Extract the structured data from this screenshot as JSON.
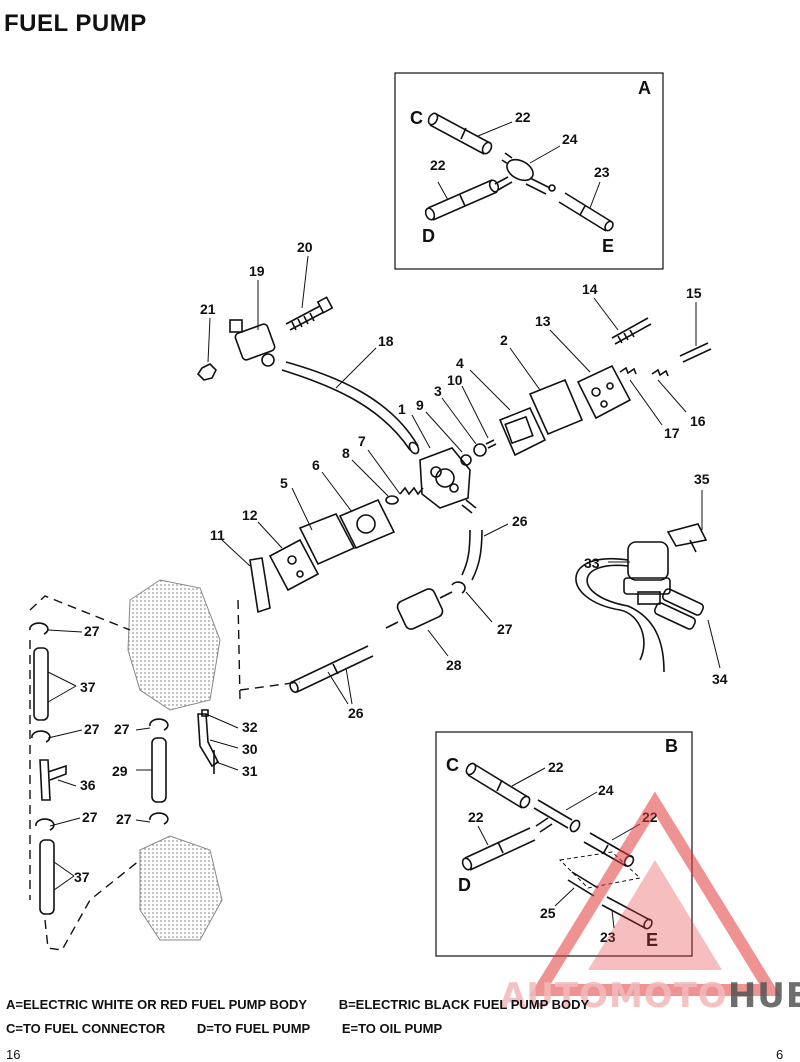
{
  "title": "FUEL PUMP",
  "insets": {
    "a": {
      "letter": "A",
      "labels": {
        "c": "C",
        "d": "D",
        "e": "E",
        "n22a": "22",
        "n22b": "22",
        "n24": "24",
        "n23": "23"
      }
    },
    "b": {
      "letter": "B",
      "labels": {
        "c": "C",
        "d": "D",
        "e": "E",
        "n22a": "22",
        "n22b": "22",
        "n22c": "22",
        "n24": "24",
        "n25": "25",
        "n23": "23"
      }
    }
  },
  "parts": {
    "p1": "1",
    "p2": "2",
    "p3": "3",
    "p4": "4",
    "p5": "5",
    "p6": "6",
    "p7": "7",
    "p8": "8",
    "p9": "9",
    "p10": "10",
    "p11": "11",
    "p12": "12",
    "p13": "13",
    "p14": "14",
    "p15": "15",
    "p16": "16",
    "p17": "17",
    "p18": "18",
    "p19": "19",
    "p20": "20",
    "p21": "21",
    "p26a": "26",
    "p26b": "26",
    "p27a": "27",
    "p27b": "27",
    "p27c": "27",
    "p27d": "27",
    "p27e": "27",
    "p27f": "27",
    "p28": "28",
    "p29": "29",
    "p30": "30",
    "p31": "31",
    "p32": "32",
    "p33": "33",
    "p34": "34",
    "p35": "35",
    "p36": "36",
    "p37a": "37",
    "p37b": "37"
  },
  "legend": {
    "line1": [
      "A=ELECTRIC WHITE OR RED FUEL PUMP BODY",
      "B=ELECTRIC BLACK FUEL PUMP BODY"
    ],
    "line2": [
      "C=TO FUEL CONNECTOR",
      "D=TO FUEL PUMP",
      "E=TO OIL PUMP"
    ]
  },
  "page_numbers": {
    "left": "16",
    "right": "6"
  },
  "watermark": {
    "part1": "AUTOMOTO",
    "part2": "HUB",
    "color": "#e23a3a"
  }
}
